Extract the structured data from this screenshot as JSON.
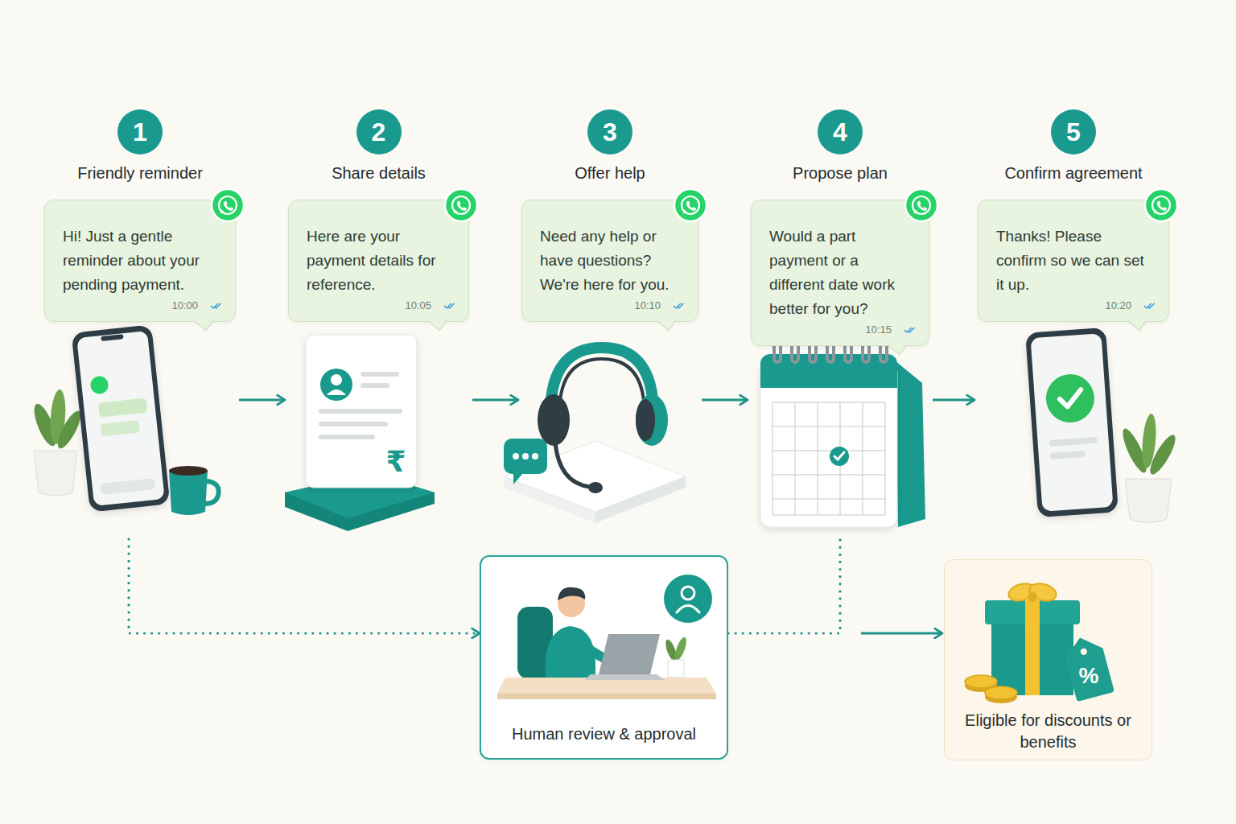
{
  "diagram": {
    "nodes": [
      {
        "text": [
          "Friendly reminder"
        ]
      },
      {
        "text": [
          "1"
        ],
        "in": 0
      },
      {
        "text": [
          "Hi! Just a gentle reminder about your pending payment.",
          "10:00"
        ],
        "in": 0
      },
      {
        "text": [
          "Share details"
        ]
      },
      {
        "text": [
          "2"
        ],
        "in": 3
      },
      {
        "text": [
          "Here are your payment details for reference.",
          "10:05"
        ],
        "in": 3
      },
      {
        "text": [
          "Offer help"
        ]
      },
      {
        "text": [
          "3"
        ],
        "in": 6
      },
      {
        "text": [
          "Need any help or have questions? We're here for you.",
          "10:10"
        ],
        "in": 6
      },
      {
        "text": [
          "Propose plan"
        ]
      },
      {
        "text": [
          "4"
        ],
        "in": 9
      },
      {
        "text": [
          "Would a part payment or a different date work better for you?",
          "10:15"
        ],
        "in": 9
      },
      {
        "text": [
          "Confirm agreement"
        ]
      },
      {
        "text": [
          "5"
        ],
        "in": 12
      },
      {
        "text": [
          "Thanks! Please confirm so we can set it up.",
          "10:20"
        ],
        "in": 12
      },
      {
        "text": [
          "Human review & approval"
        ]
      },
      {
        "text": [
          "Eligible for discounts or benefits"
        ]
      }
    ],
    "edges": [
      {
        "from": 0,
        "to": 3,
        "arrow": "to"
      },
      {
        "from": 3,
        "to": 6,
        "arrow": "to"
      },
      {
        "from": 6,
        "to": 9,
        "arrow": "to"
      },
      {
        "from": 9,
        "to": 12,
        "arrow": "to"
      },
      {
        "from": 0,
        "to": 15,
        "arrow": "to"
      },
      {
        "from": 15,
        "to": 9,
        "arrow": "none"
      },
      {
        "from": 15,
        "to": 16,
        "arrow": "to"
      }
    ],
    "labels": [
      "₹",
      "%"
    ]
  }
}
